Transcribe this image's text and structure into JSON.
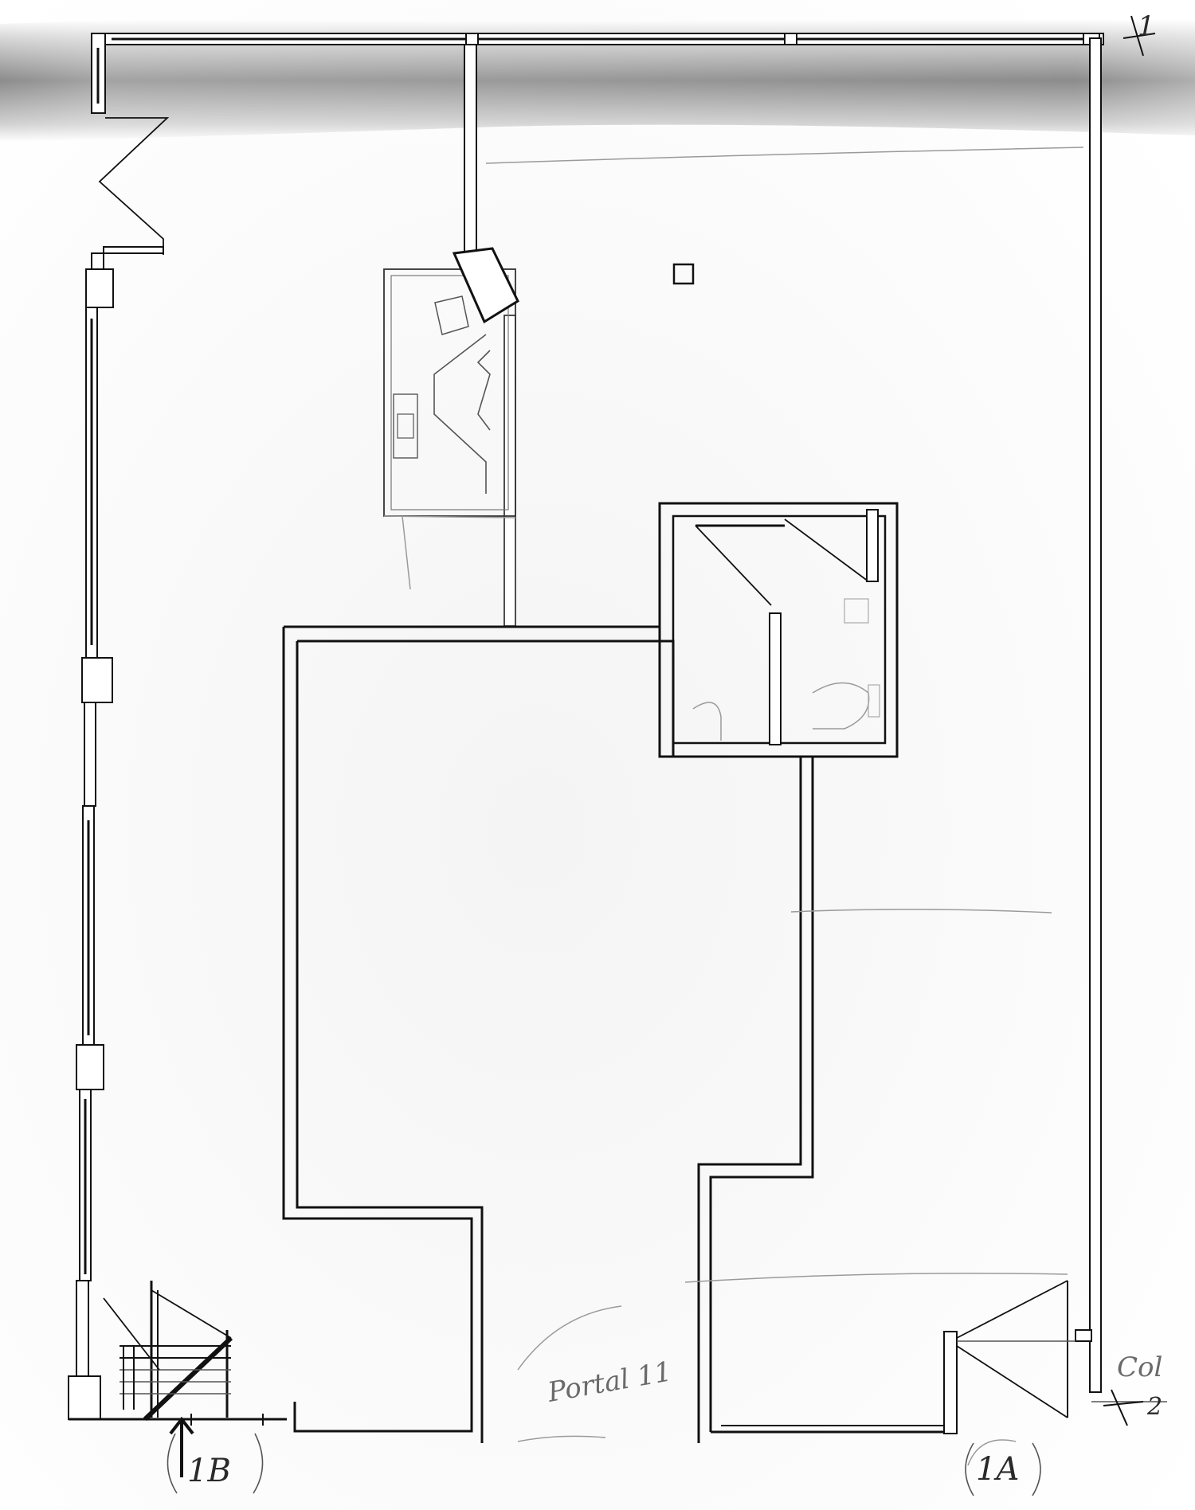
{
  "drawing": {
    "kind": "hand-sketched floor plan",
    "labels": {
      "portal": "Portal 11",
      "entrance_left": "1B",
      "entrance_right": "1A",
      "note_right": "Col",
      "section_mark_top": "1",
      "section_mark_bottom": "2"
    }
  }
}
